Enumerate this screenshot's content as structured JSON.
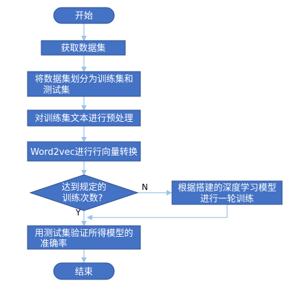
{
  "colors": {
    "node_fill": "#4472c4",
    "node_stroke": "#2f528f",
    "connector": "#9dc3e6",
    "node_text": "#ffffff",
    "branch_text": "#000000"
  },
  "nodes": {
    "start": "开始",
    "get_data": "获取数据集",
    "split_line1": "将数据集划分为训练集和",
    "split_line2": "测试集",
    "preprocess": "对训练集文本进行预处理",
    "word2vec": "Word2vec进行行向量转换",
    "decision_line1": "达到规定的",
    "decision_line2": "训练次数?",
    "train_line1": "根据搭建的深度学习模型",
    "train_line2": "进行一轮训练",
    "validate_line1": "用测试集验证所得模型的",
    "validate_line2": "准确率",
    "end": "结束"
  },
  "branches": {
    "no": "N",
    "yes": "Y"
  }
}
